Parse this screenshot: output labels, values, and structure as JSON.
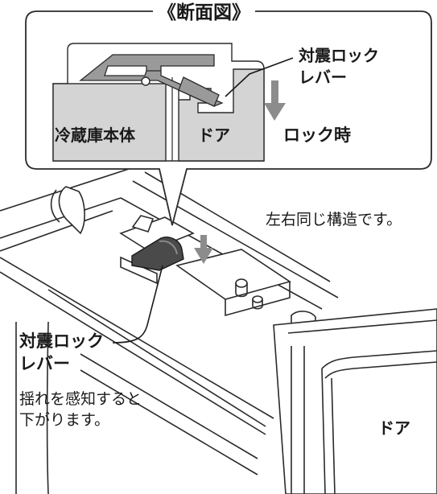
{
  "section_view": {
    "title": "《断面図》",
    "body_label": "冷蔵庫本体",
    "door_label": "ドア",
    "lever_line1": "対震ロック",
    "lever_line2": "レバー",
    "lock_state": "ロック時"
  },
  "main_view": {
    "note": "左右同じ構造です。",
    "lever_line1": "対震ロック",
    "lever_line2": "レバー",
    "desc_line1": "揺れを感知すると",
    "desc_line2": "下がります。",
    "door_label": "ドア"
  },
  "colors": {
    "line": "#2a2a2a",
    "panel_gray": "#d4d4d4",
    "lever_gray": "#9a9a9a",
    "arrow_gray": "#8c8c8c",
    "dark_lever": "#4a4a4a"
  }
}
